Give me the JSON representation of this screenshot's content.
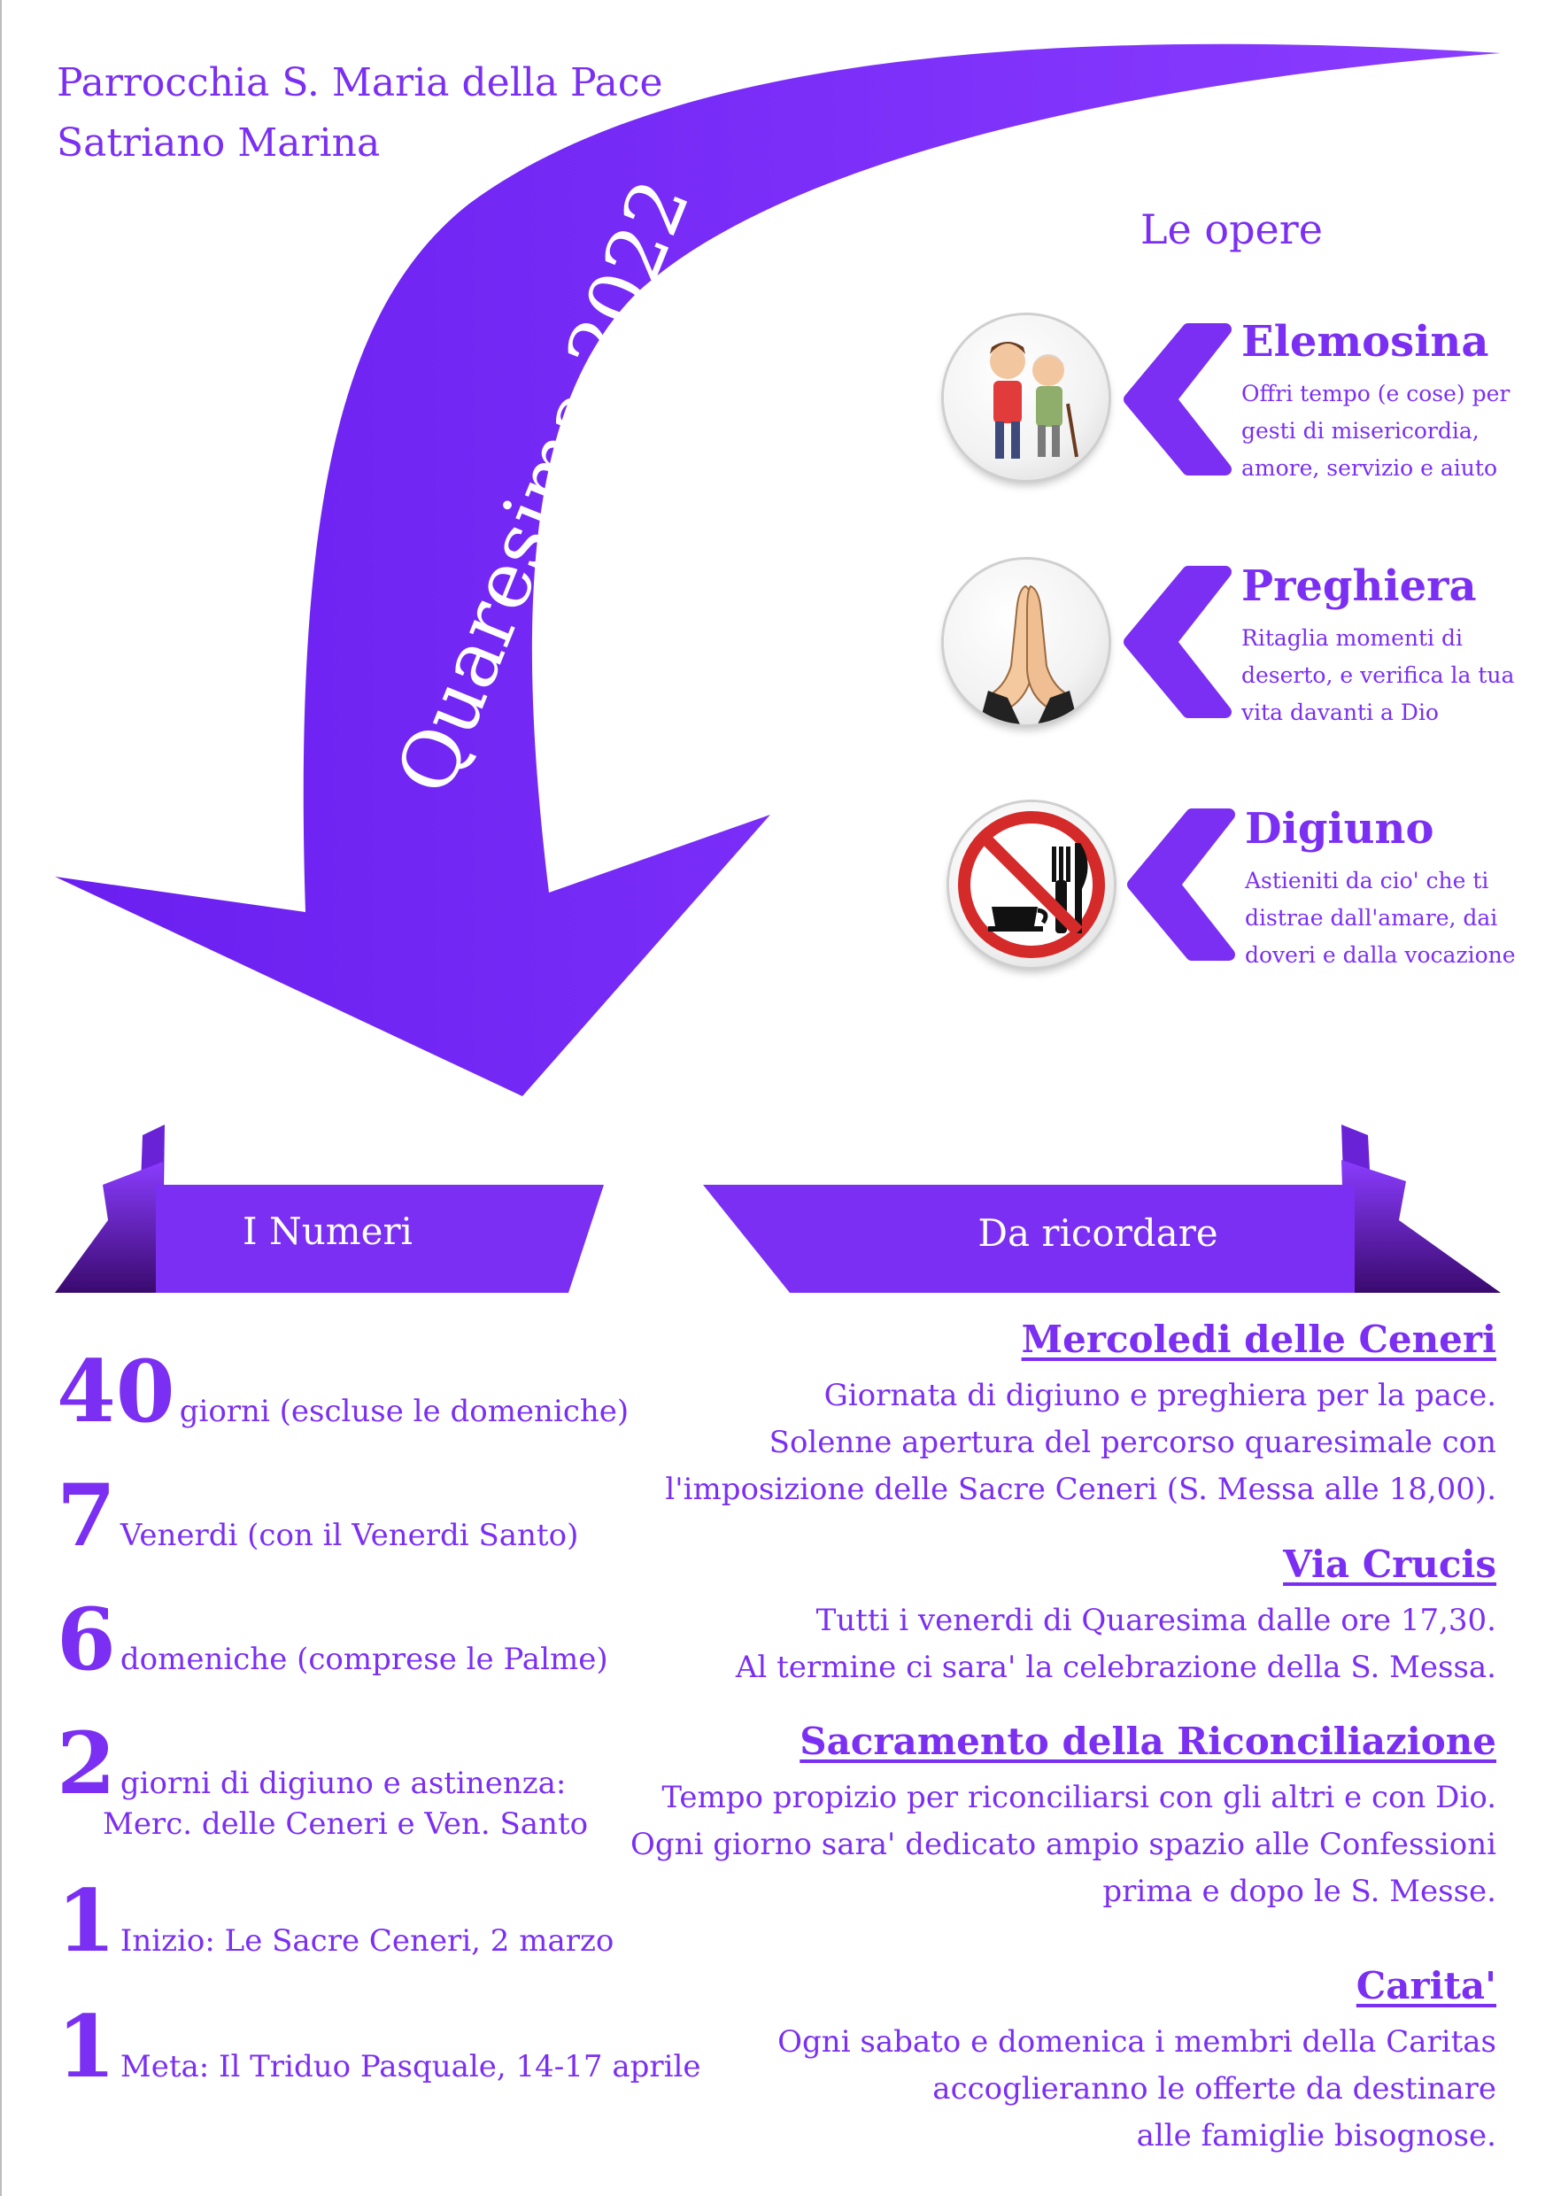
{
  "header": {
    "parish_line1": "Parrocchia S. Maria della Pace",
    "parish_line2": "Satriano Marina"
  },
  "arrow": {
    "title": "Quaresima 2022",
    "color": "#7b2ff2"
  },
  "opere": {
    "title": "Le opere",
    "items": [
      {
        "name": "Elemosina",
        "icon": "helping-elderly-icon",
        "desc": [
          "Offri tempo (e cose) per",
          "gesti di misericordia,",
          "amore, servizio e aiuto"
        ]
      },
      {
        "name": "Preghiera",
        "icon": "praying-hands-icon",
        "desc": [
          "Ritaglia momenti di",
          "deserto, e verifica la tua",
          "vita davanti a Dio"
        ]
      },
      {
        "name": "Digiuno",
        "icon": "no-food-icon",
        "desc": [
          "Astieniti da cio' che ti",
          "distrae dall'amare, dai",
          "doveri e dalla vocazione"
        ]
      }
    ]
  },
  "numeri": {
    "title": "I Numeri",
    "items": [
      {
        "num": "40",
        "text": "giorni (escluse le domeniche)"
      },
      {
        "num": "7",
        "text": "Venerdi (con il Venerdi Santo)"
      },
      {
        "num": "6",
        "text": "domeniche (comprese le Palme)"
      },
      {
        "num": "2",
        "text": "giorni di digiuno e astinenza:",
        "subtext": "Merc. delle Ceneri e Ven. Santo"
      },
      {
        "num": "1",
        "text": "Inizio: Le Sacre Ceneri, 2 marzo"
      },
      {
        "num": "1",
        "text": "Meta: Il Triduo Pasquale, 14-17 aprile"
      }
    ]
  },
  "ricordare": {
    "title": "Da ricordare",
    "sections": [
      {
        "title": "Mercoledi delle Ceneri",
        "lines": [
          "Giornata di digiuno e preghiera per la pace.",
          "Solenne apertura del percorso quaresimale con",
          "l'imposizione delle Sacre Ceneri (S. Messa alle 18,00)."
        ]
      },
      {
        "title": "Via Crucis",
        "lines": [
          "Tutti i venerdi di Quaresima dalle ore 17,30.",
          "Al termine ci sara' la celebrazione della S. Messa."
        ]
      },
      {
        "title": "Sacramento della Riconciliazione",
        "lines": [
          "Tempo propizio per riconciliarsi con gli altri  e con Dio.",
          "Ogni giorno sara' dedicato ampio spazio alle Confessioni",
          "prima e dopo le S. Messe."
        ]
      },
      {
        "title": "Carita'",
        "lines": [
          "Ogni sabato e domenica i membri della Caritas",
          "accoglieranno le offerte da destinare",
          "alle famiglie bisognose."
        ]
      }
    ]
  }
}
